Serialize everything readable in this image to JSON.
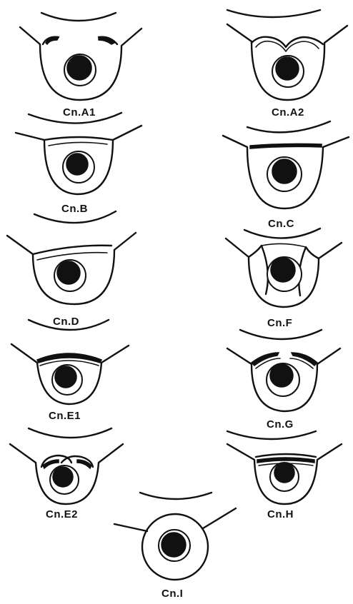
{
  "figures": [
    {
      "id": "A1",
      "label": "Cn.A1"
    },
    {
      "id": "A2",
      "label": "Cn.A2"
    },
    {
      "id": "B",
      "label": "Cn.B"
    },
    {
      "id": "C",
      "label": "Cn.C"
    },
    {
      "id": "D",
      "label": "Cn.D"
    },
    {
      "id": "F",
      "label": "Cn.F"
    },
    {
      "id": "E1",
      "label": "Cn.E1"
    },
    {
      "id": "G",
      "label": "Cn.G"
    },
    {
      "id": "E2",
      "label": "Cn.E2"
    },
    {
      "id": "H",
      "label": "Cn.H"
    },
    {
      "id": "I",
      "label": "Cn.I"
    }
  ]
}
